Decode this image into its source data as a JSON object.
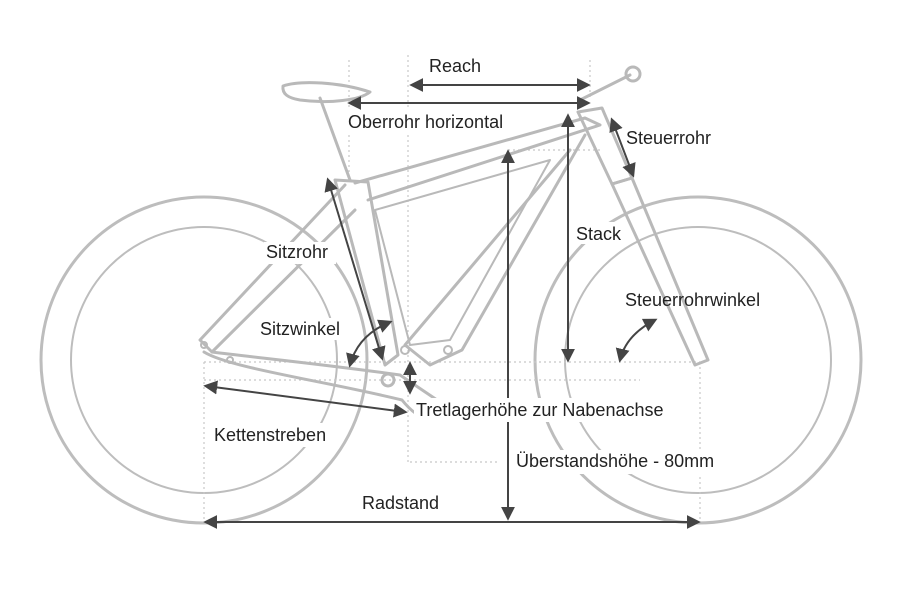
{
  "labels": {
    "reach": "Reach",
    "oberrohr": "Oberrohr horizontal",
    "steuerrohr": "Steuerrohr",
    "stack": "Stack",
    "sitzrohr": "Sitzrohr",
    "steuerrohrwinkel": "Steuerrohrwinkel",
    "sitzwinkel": "Sitzwinkel",
    "tretlager": "Tretlagerhöhe zur Nabenachse",
    "kettenstreben": "Kettenstreben",
    "ueberstand": "Überstandshöhe - 80mm",
    "radstand": "Radstand"
  },
  "colors": {
    "frame": "#b9b9b9",
    "measure": "#444444",
    "text": "#222222",
    "background": "#ffffff"
  }
}
